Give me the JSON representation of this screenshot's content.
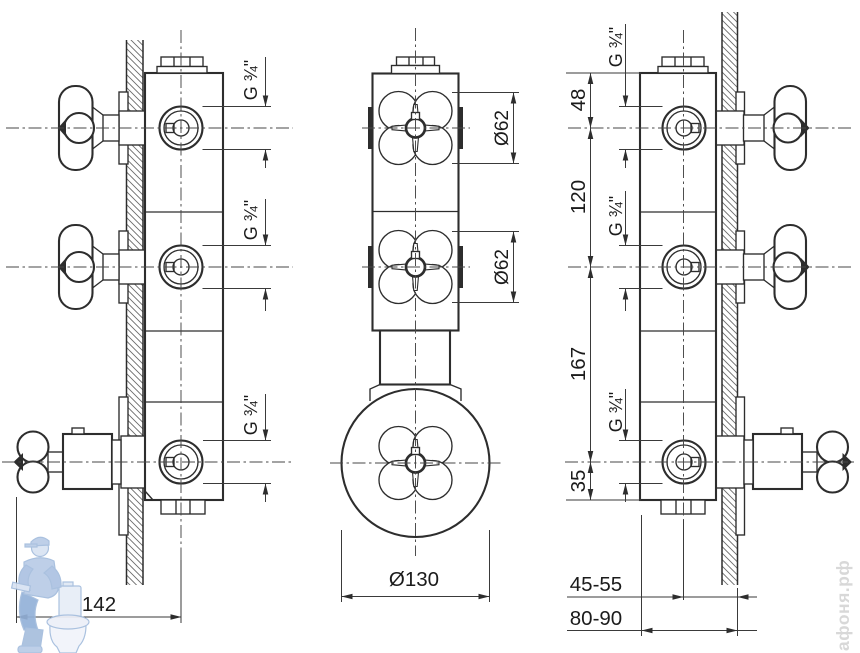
{
  "drawing": {
    "type": "technical-plumbing-drawing",
    "views": [
      "left-side-view",
      "front-view",
      "right-side-view"
    ],
    "labels": {
      "g34": "G ¾\"",
      "dia62": "Ø62",
      "dia130": "Ø130",
      "len142": "142",
      "len48": "48",
      "len120": "120",
      "len167": "167",
      "len35": "35",
      "depth45_55": "45-55",
      "depth80_90": "80-90"
    },
    "watermark": {
      "site": "афоня.рф",
      "logo": "plumber-with-toilet"
    },
    "colors": {
      "line": "#2d2d2d",
      "background": "#ffffff",
      "watermark_blue": "#a3bcdd",
      "watermark_gray": "#d8d8d8"
    }
  }
}
